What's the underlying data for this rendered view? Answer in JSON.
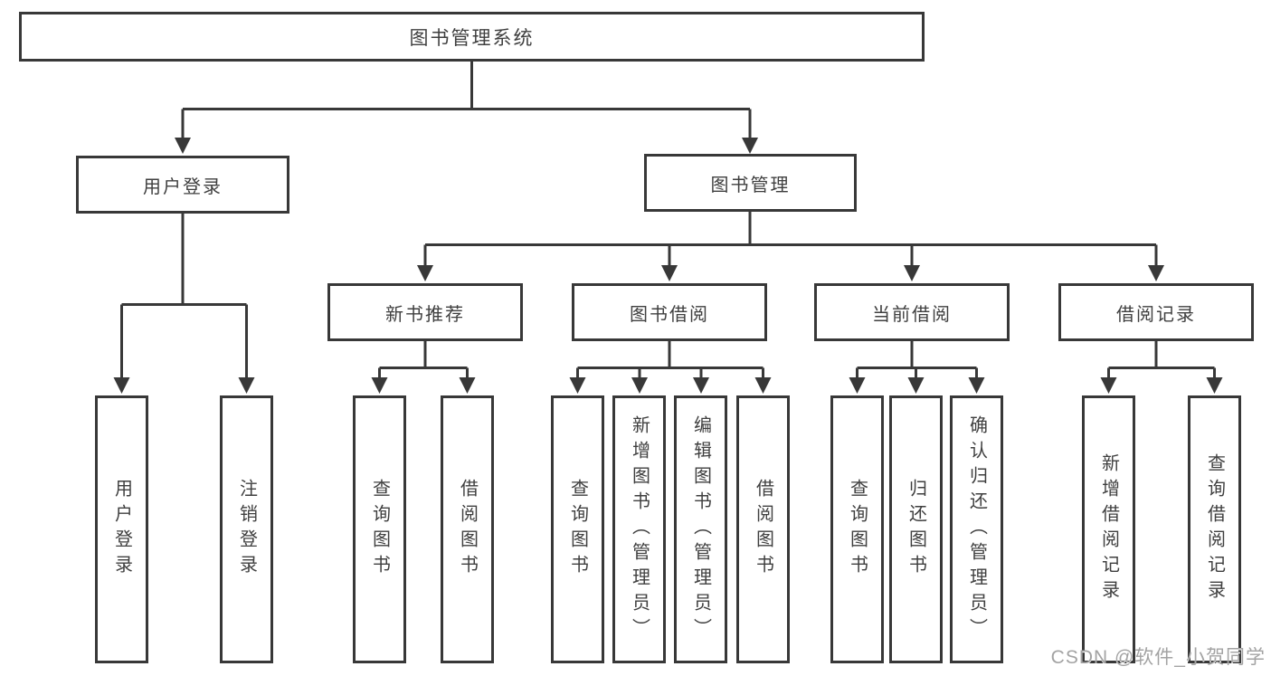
{
  "colors": {
    "line": "#383838",
    "text": "#3f3f3f",
    "background": "#ffffff",
    "watermark": "#a3a3a3"
  },
  "tree": {
    "root": {
      "label": "图书管理系统"
    },
    "branches": [
      {
        "label": "用户登录",
        "children": [
          {
            "label": "用户登录"
          },
          {
            "label": "注销登录"
          }
        ]
      },
      {
        "label": "图书管理",
        "groups": [
          {
            "label": "新书推荐",
            "children": [
              {
                "label": "查询图书"
              },
              {
                "label": "借阅图书"
              }
            ]
          },
          {
            "label": "图书借阅",
            "children": [
              {
                "label": "查询图书"
              },
              {
                "label": "新增图书（管理员）"
              },
              {
                "label": "编辑图书（管理员）"
              },
              {
                "label": "借阅图书"
              }
            ]
          },
          {
            "label": "当前借阅",
            "children": [
              {
                "label": "查询图书"
              },
              {
                "label": "归还图书"
              },
              {
                "label": "确认归还（管理员）"
              }
            ]
          },
          {
            "label": "借阅记录",
            "children": [
              {
                "label": "新增借阅记录"
              },
              {
                "label": "查询借阅记录"
              }
            ]
          }
        ]
      }
    ]
  },
  "watermark": {
    "text": "CSDN @软件_小贺同学"
  }
}
